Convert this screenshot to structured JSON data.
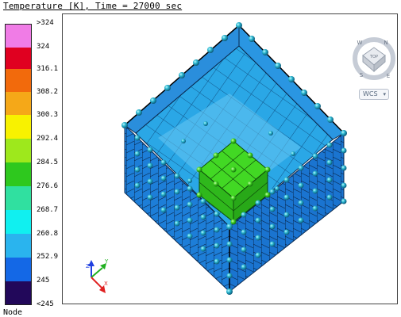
{
  "title": "Temperature [K], Time = 27000 sec",
  "legend": {
    "top_label": ">324",
    "bottom_label": "<245",
    "levels": [
      "324",
      "316.1",
      "308.2",
      "300.3",
      "292.4",
      "284.5",
      "276.6",
      "268.7",
      "260.8",
      "252.9",
      "245"
    ],
    "colors": [
      "#f07ce6",
      "#e00020",
      "#f26a0c",
      "#f5a818",
      "#f8f200",
      "#9ee81c",
      "#2ec81e",
      "#30e0a0",
      "#10f0f0",
      "#2ab4ee",
      "#1468e6",
      "#22085a"
    ]
  },
  "node_label": "Node",
  "viewcube": {
    "top": "TOP",
    "dir_n": "N",
    "dir_e": "E",
    "dir_s": "S",
    "dir_w": "W",
    "wcs_label": "WCS"
  },
  "triad": {
    "x": "X",
    "y": "Y",
    "z": "Z"
  }
}
